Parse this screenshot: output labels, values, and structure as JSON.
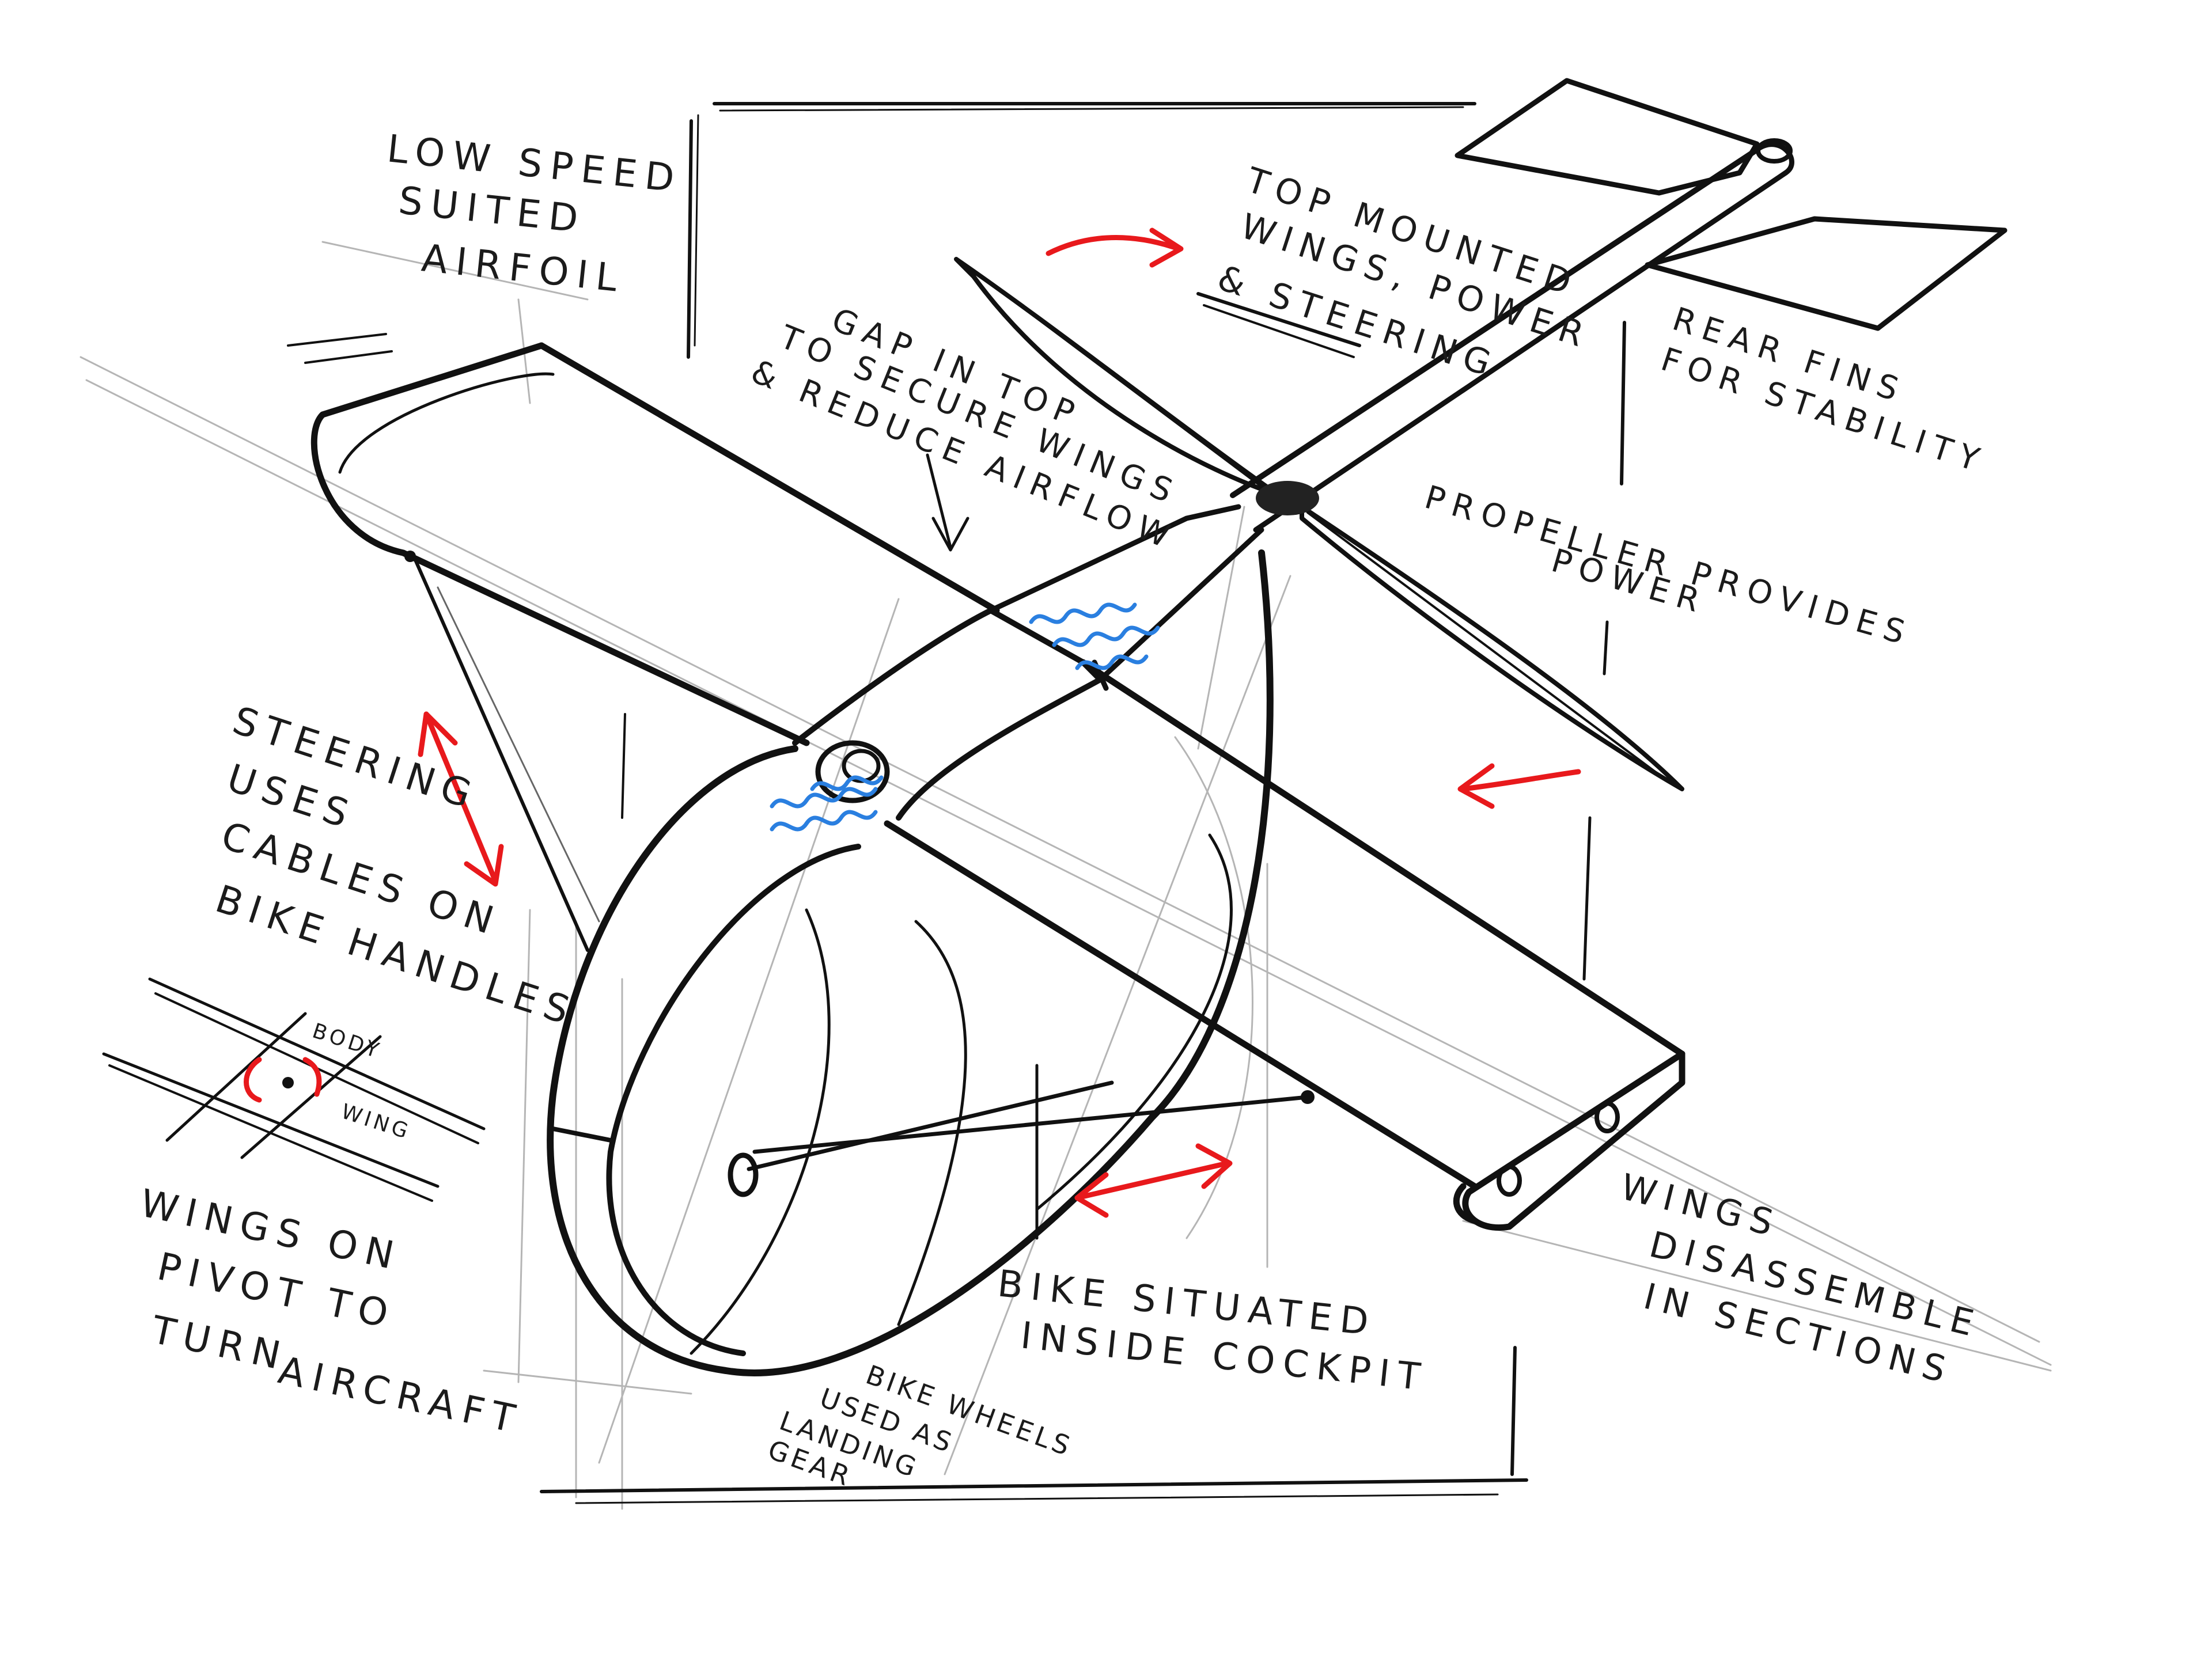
{
  "annotations": {
    "airfoil": [
      "LOW SPEED",
      "SUITED",
      "AIRFOIL"
    ],
    "top_mounted": [
      "TOP MOUNTED",
      "WINGS, POWER",
      "& STEERING"
    ],
    "gap": [
      "GAP IN TOP",
      "TO SECURE WINGS",
      "& REDUCE AIRFLOW"
    ],
    "rear_fins": [
      "REAR FINS",
      "FOR STABILITY"
    ],
    "propeller": [
      "PROPELLER PROVIDES",
      "POWER"
    ],
    "steering": [
      "STEERING",
      "USES",
      "CABLES ON",
      "BIKE HANDLES"
    ],
    "pivot_body": "BODY",
    "pivot_wing": "WING",
    "pivot": [
      "WINGS ON",
      "PIVOT TO",
      "TURN",
      "AIRCRAFT"
    ],
    "disassemble": [
      "WINGS",
      "DISASSEMBLE",
      "IN SECTIONS"
    ],
    "bike": [
      "BIKE SITUATED",
      "INSIDE COCKPIT"
    ],
    "wheels": [
      "BIKE WHEELS",
      "USED AS",
      "LANDING",
      "GEAR"
    ]
  },
  "colors": {
    "ink": "#111111",
    "arrow": "#e8191c",
    "airflow": "#2a7fe0",
    "paper": "#ffffff"
  }
}
